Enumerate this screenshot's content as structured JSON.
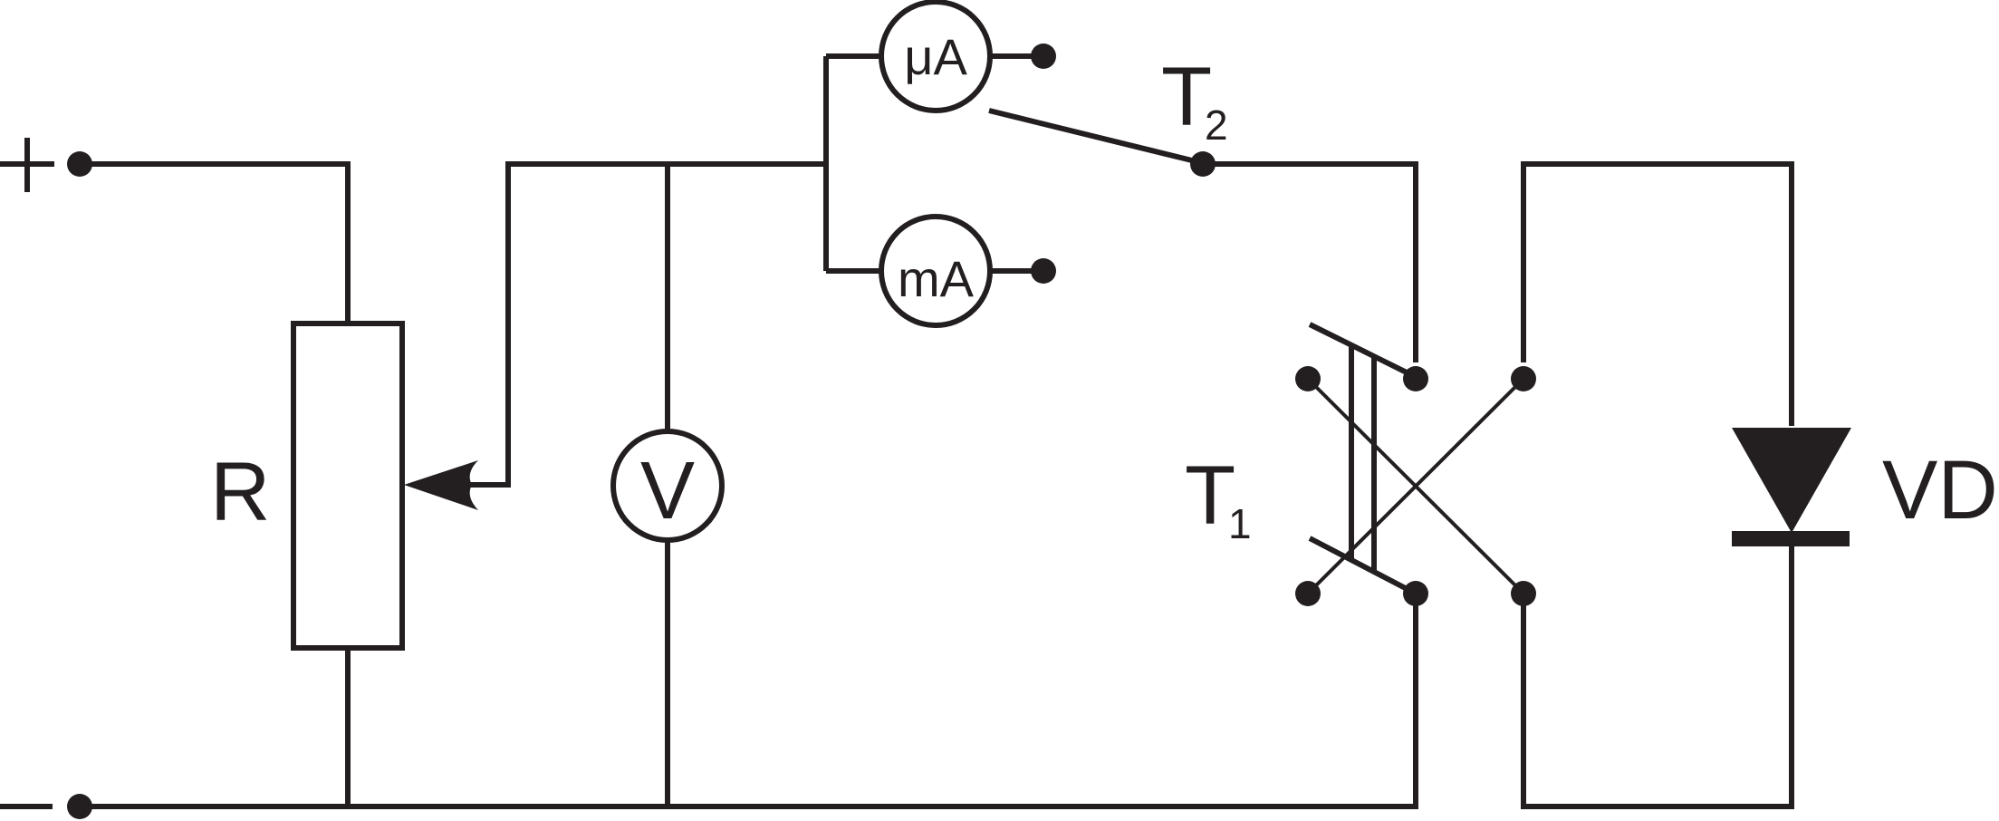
{
  "diagram": {
    "colors": {
      "line": "#231f20",
      "background": "#ffffff"
    },
    "terminals": {
      "plus": "+",
      "minus": ""
    },
    "resistor": {
      "label": "R"
    },
    "voltmeter": {
      "label": "V"
    },
    "microammeter": {
      "label": "μA"
    },
    "milliammeter": {
      "label": "mA"
    },
    "switch_t2": {
      "label": "T",
      "subscript": "2"
    },
    "switch_t1": {
      "label": "T",
      "subscript": "1"
    },
    "diode": {
      "label": "VD"
    }
  }
}
